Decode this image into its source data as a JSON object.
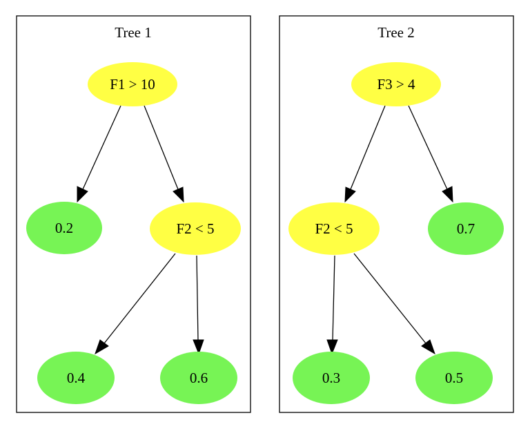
{
  "colors": {
    "decision_node": "#ffff44",
    "leaf_node": "#77f455",
    "edge": "#000000",
    "cluster_border": "#000000"
  },
  "trees": [
    {
      "title": "Tree 1",
      "nodes": [
        {
          "id": "t1_root",
          "label": "F1 > 10",
          "kind": "decision"
        },
        {
          "id": "t1_leaf_a",
          "label": "0.2",
          "kind": "leaf"
        },
        {
          "id": "t1_split",
          "label": "F2 < 5",
          "kind": "decision"
        },
        {
          "id": "t1_leaf_b",
          "label": "0.4",
          "kind": "leaf"
        },
        {
          "id": "t1_leaf_c",
          "label": "0.6",
          "kind": "leaf"
        }
      ],
      "edges": [
        {
          "from": "t1_root",
          "to": "t1_leaf_a"
        },
        {
          "from": "t1_root",
          "to": "t1_split"
        },
        {
          "from": "t1_split",
          "to": "t1_leaf_b"
        },
        {
          "from": "t1_split",
          "to": "t1_leaf_c"
        }
      ]
    },
    {
      "title": "Tree 2",
      "nodes": [
        {
          "id": "t2_root",
          "label": "F3 > 4",
          "kind": "decision"
        },
        {
          "id": "t2_split",
          "label": "F2 < 5",
          "kind": "decision"
        },
        {
          "id": "t2_leaf_a",
          "label": "0.7",
          "kind": "leaf"
        },
        {
          "id": "t2_leaf_b",
          "label": "0.3",
          "kind": "leaf"
        },
        {
          "id": "t2_leaf_c",
          "label": "0.5",
          "kind": "leaf"
        }
      ],
      "edges": [
        {
          "from": "t2_root",
          "to": "t2_split"
        },
        {
          "from": "t2_root",
          "to": "t2_leaf_a"
        },
        {
          "from": "t2_split",
          "to": "t2_leaf_b"
        },
        {
          "from": "t2_split",
          "to": "t2_leaf_c"
        }
      ]
    }
  ]
}
